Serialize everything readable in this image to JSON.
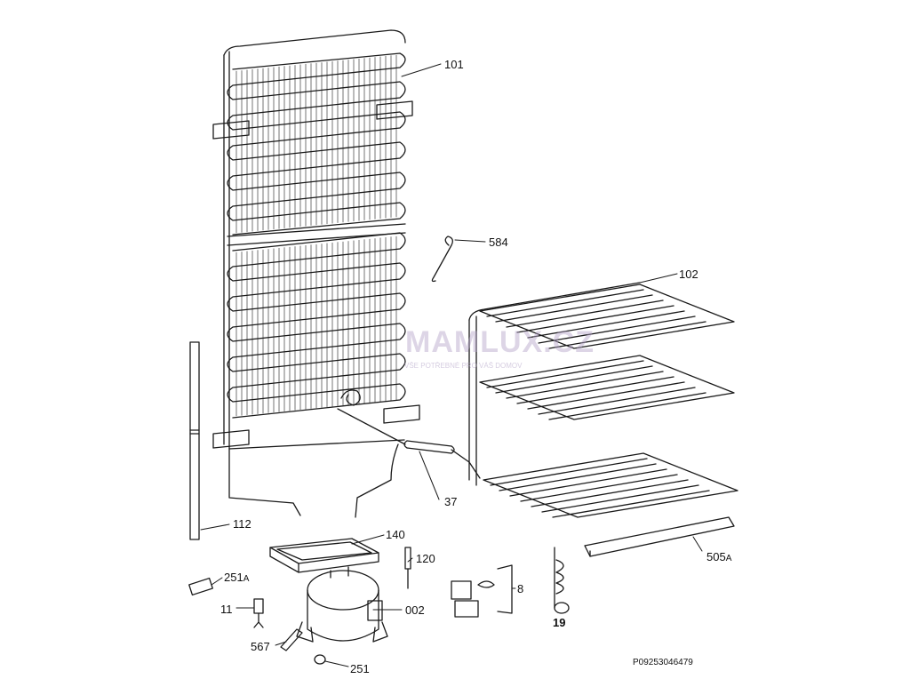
{
  "diagram": {
    "document_number": "P09253046479",
    "watermark": {
      "brand": "MAMLUX.CZ",
      "tagline": "VŠE POTŘEBNÉ PRO VÁŠ DOMOV"
    },
    "parts": [
      {
        "id": "p101",
        "number": "101",
        "suffix": ""
      },
      {
        "id": "p584",
        "number": "584",
        "suffix": ""
      },
      {
        "id": "p102",
        "number": "102",
        "suffix": ""
      },
      {
        "id": "p37",
        "number": "37",
        "suffix": ""
      },
      {
        "id": "p112",
        "number": "112",
        "suffix": ""
      },
      {
        "id": "p140",
        "number": "140",
        "suffix": ""
      },
      {
        "id": "p120",
        "number": "120",
        "suffix": ""
      },
      {
        "id": "p505a",
        "number": "505",
        "suffix": "A"
      },
      {
        "id": "p251a",
        "number": "251",
        "suffix": "A"
      },
      {
        "id": "p8",
        "number": "8",
        "suffix": ""
      },
      {
        "id": "p11",
        "number": "11",
        "suffix": ""
      },
      {
        "id": "p002",
        "number": "002",
        "suffix": ""
      },
      {
        "id": "p19",
        "number": "19",
        "suffix": ""
      },
      {
        "id": "p567",
        "number": "567",
        "suffix": ""
      },
      {
        "id": "p251",
        "number": "251",
        "suffix": ""
      }
    ]
  }
}
